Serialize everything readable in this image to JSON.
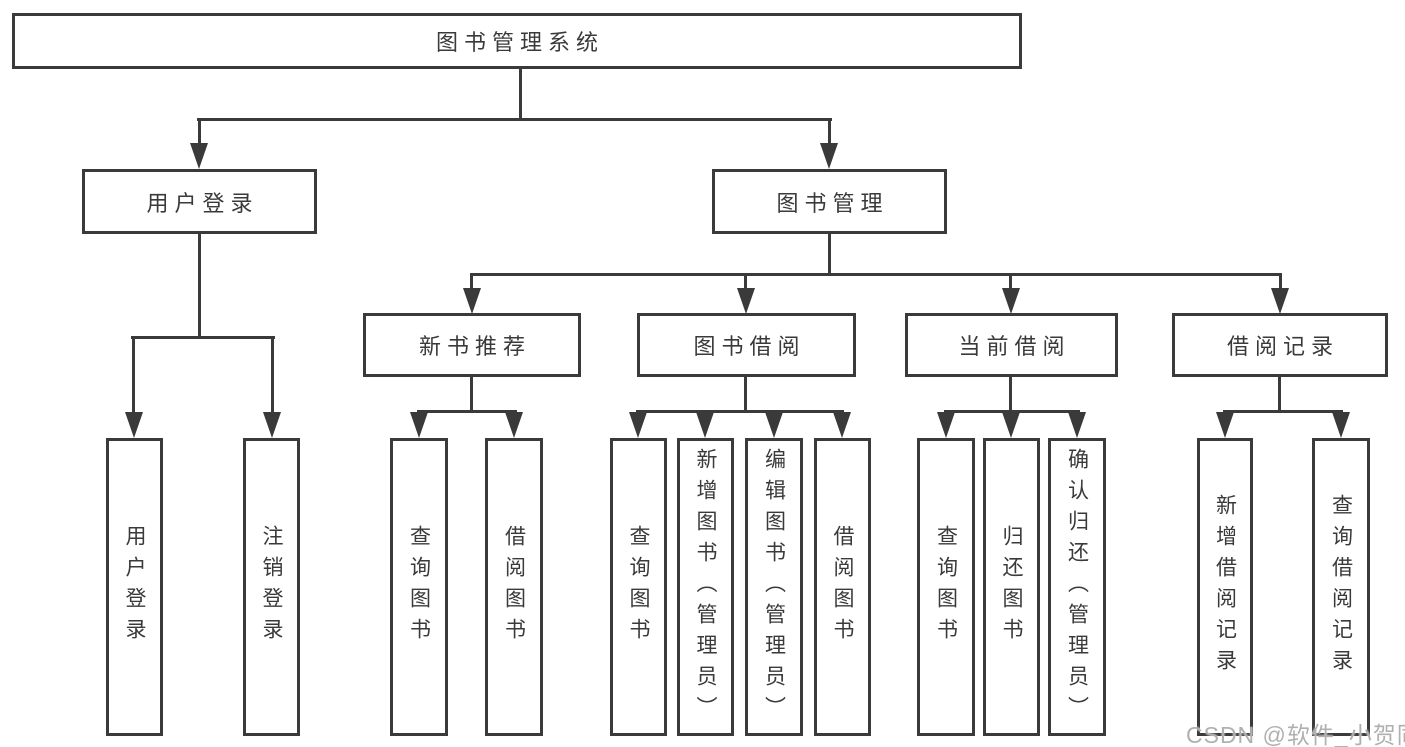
{
  "diagram": {
    "root": {
      "label": "图书管理系统"
    },
    "level2": [
      {
        "label": "用户登录",
        "children": [
          "用户登录",
          "注销登录"
        ]
      },
      {
        "label": "图书管理"
      }
    ],
    "level3": [
      {
        "label": "新书推荐",
        "children": [
          "查询图书",
          "借阅图书"
        ]
      },
      {
        "label": "图书借阅",
        "children": [
          "查询图书",
          "新增图书（管理员）",
          "编辑图书（管理员）",
          "借阅图书"
        ]
      },
      {
        "label": "当前借阅",
        "children": [
          "查询图书",
          "归还图书",
          "确认归还（管理员）"
        ]
      },
      {
        "label": "借阅记录",
        "children": [
          "新增借阅记录",
          "查询借阅记录"
        ]
      }
    ]
  },
  "watermark": {
    "text": "CSDN @软件_小贺同学"
  },
  "colors": {
    "line": "#3a3a3a",
    "text": "#3a3a3a",
    "watermark": "#b0b0b0",
    "background": "#ffffff"
  }
}
